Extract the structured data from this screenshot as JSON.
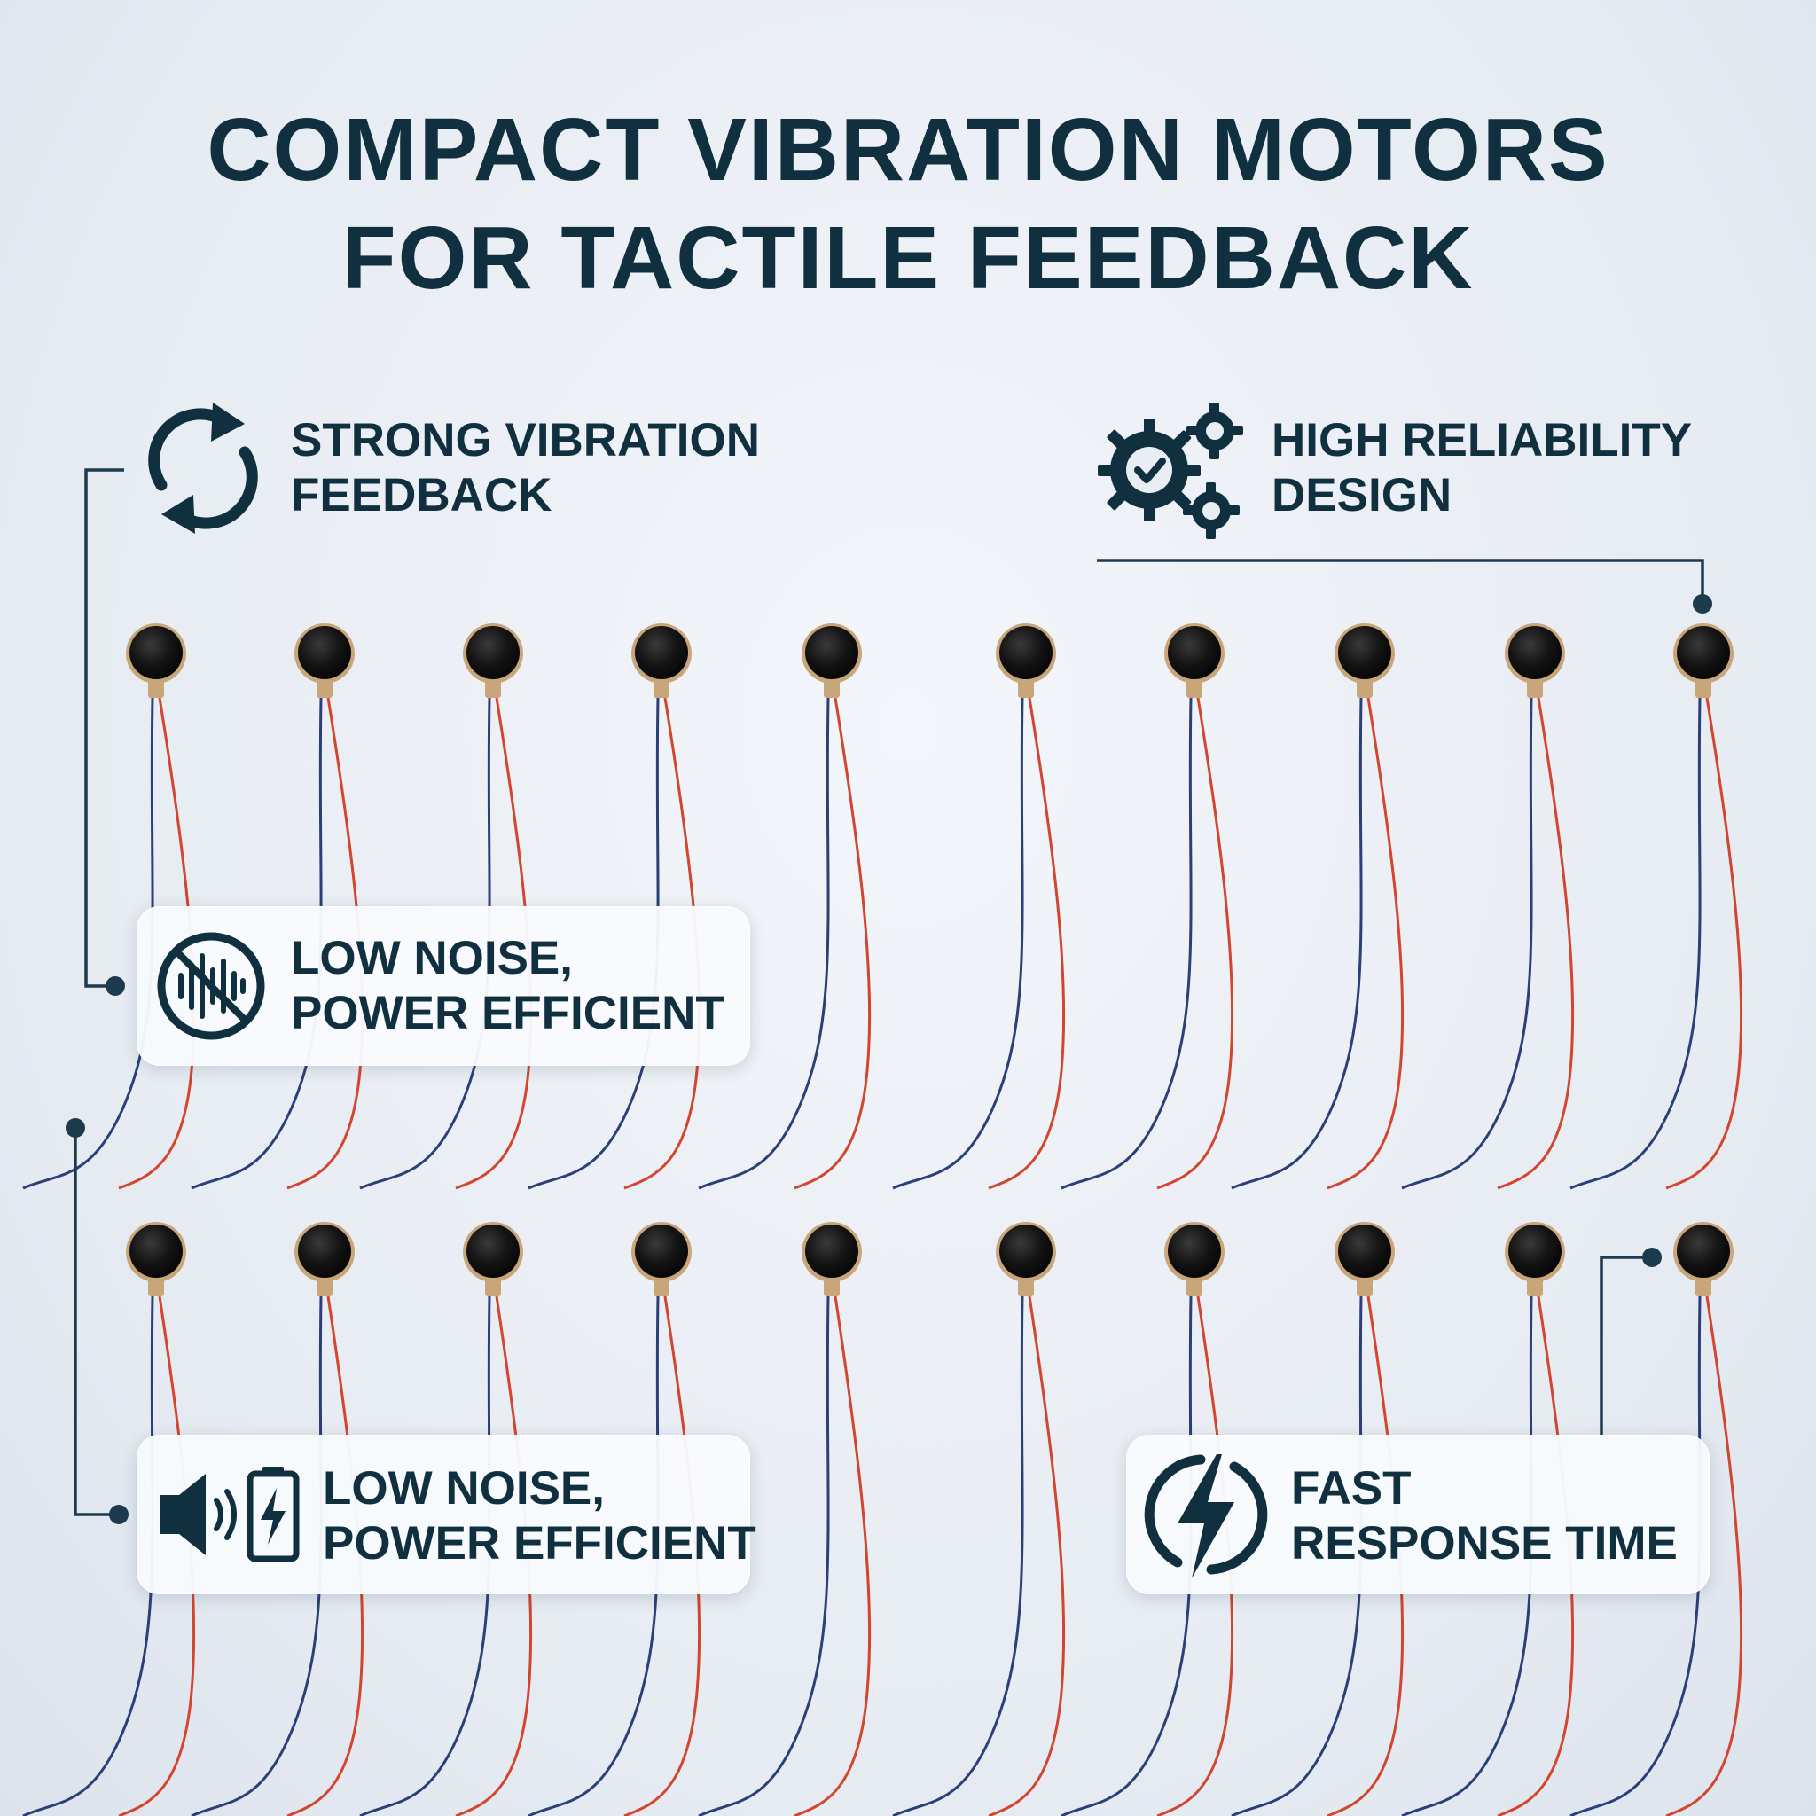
{
  "title": {
    "line1": "COMPACT VIBRATION MOTORS",
    "line2": "FOR TACTILE FEEDBACK"
  },
  "features": {
    "strong_vibration": {
      "line1": "STRONG VIBRATION",
      "line2": "FEEDBACK",
      "icon": "refresh-cycle-icon"
    },
    "high_reliability": {
      "line1": "HIGH RELIABILITY",
      "line2": "DESIGN",
      "icon": "gears-check-icon"
    },
    "low_noise_top": {
      "line1": "LOW NOISE,",
      "line2": "POWER EFFICIENT",
      "icon": "muted-sound-wave-icon"
    },
    "low_noise_bottom": {
      "line1": "LOW NOISE,",
      "line2": "POWER EFFICIENT",
      "icon": "speaker-battery-icon"
    },
    "fast_response": {
      "line1": "FAST",
      "line2": "RESPONSE TIME",
      "icon": "lightning-bolt-icon"
    }
  },
  "colors": {
    "text": "#10303f",
    "accent_line": "#1d3a4e",
    "wire_red": "#d2452f",
    "wire_blue": "#2b3f78",
    "motor_body": "#151515",
    "motor_rim": "#c9a57a"
  }
}
